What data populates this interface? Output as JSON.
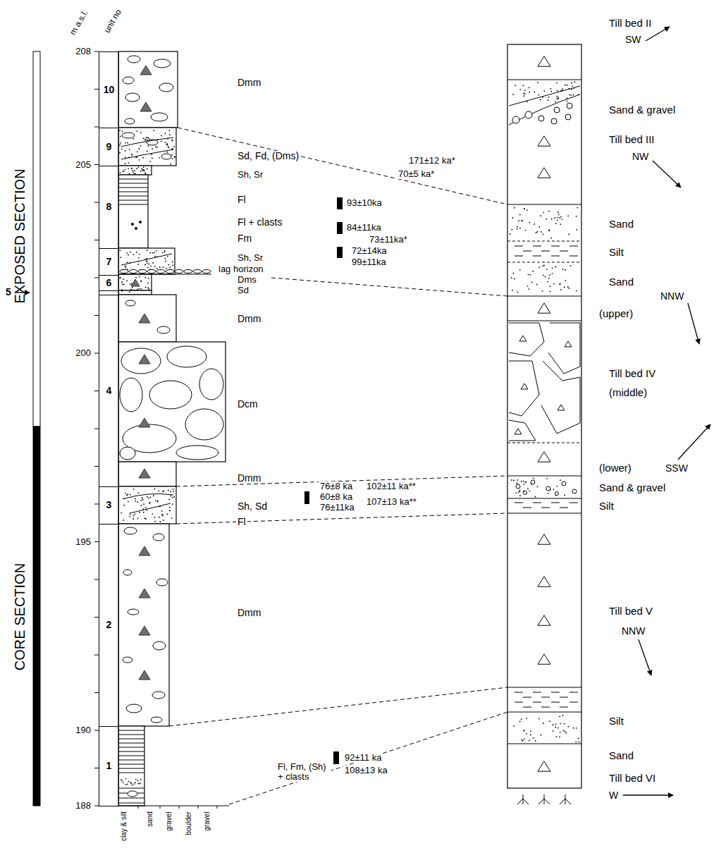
{
  "diagram": {
    "nodes": [
      {
        "text": [
          "10"
        ]
      },
      {
        "text": [
          "9"
        ]
      },
      {
        "text": [
          "8"
        ]
      },
      {
        "text": [
          "7"
        ]
      },
      {
        "text": [
          "6"
        ]
      },
      {
        "text": [
          "5"
        ]
      },
      {
        "text": [
          "4"
        ]
      },
      {
        "text": [
          "3"
        ]
      },
      {
        "text": [
          "2"
        ]
      },
      {
        "text": [
          "1"
        ]
      }
    ],
    "labels": [
      "m a.s.l.",
      "unit no",
      "208",
      "205",
      "200",
      "195",
      "190",
      "188",
      "EXPOSED SECTION",
      "CORE SECTION",
      "Dmm",
      "Sd, Fd, (Dms)",
      "Sh, Sr",
      "Fl",
      "Fl + clasts",
      "Fm",
      "Sh, Sr",
      "lag horizon",
      "Dms",
      "Sd",
      "Dmm",
      "Dcm",
      "Dmm",
      "Sh, Sd",
      "Fl",
      "Dmm",
      "Fl, Fm, (Sh) + clasts",
      "171±12 ka*",
      "70±5 ka*",
      "93±10ka",
      "84±11ka",
      "73±11ka*",
      "72±14ka",
      "99±11ka",
      "76±8 ka",
      "60±8 ka",
      "76±11ka",
      "102±11 ka**",
      "107±13 ka**",
      "92±11 ka",
      "108±13 ka",
      "Till bed II",
      "SW",
      "Sand & gravel",
      "Till bed III",
      "NW",
      "Sand",
      "Silt",
      "Sand",
      "NNW",
      "(upper)",
      "Till bed IV",
      "(middle)",
      "(lower)",
      "SSW",
      "Sand & gravel",
      "Silt",
      "Till bed V",
      "NNW",
      "Silt",
      "Sand",
      "Till bed VI",
      "W",
      "clay & silt",
      "sand",
      "gravel",
      "boulder",
      "gravel"
    ]
  }
}
